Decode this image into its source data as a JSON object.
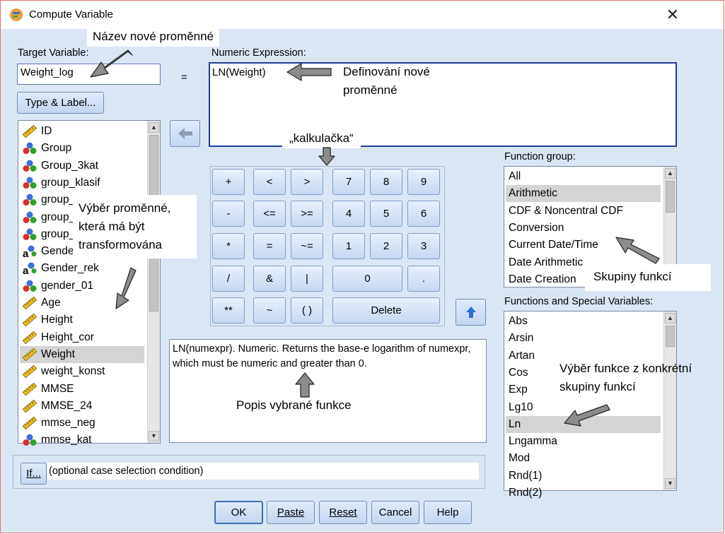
{
  "window": {
    "title": "Compute Variable",
    "close_glyph": "✕"
  },
  "target": {
    "label": "Target Variable:",
    "value": "Weight_log",
    "equals": "="
  },
  "type_label_button": "Type & Label...",
  "expression": {
    "label": "Numeric Expression:",
    "value": "LN(Weight)"
  },
  "variables": [
    {
      "name": "ID",
      "icon": "scale-ruler-icon"
    },
    {
      "name": "Group",
      "icon": "nominal-icon"
    },
    {
      "name": "Group_3kat",
      "icon": "nominal-icon"
    },
    {
      "name": "group_klasif",
      "icon": "nominal-icon"
    },
    {
      "name": "group_",
      "icon": "nominal-icon"
    },
    {
      "name": "group_",
      "icon": "nominal-icon"
    },
    {
      "name": "group_",
      "icon": "nominal-icon"
    },
    {
      "name": "Gender",
      "icon": "string-nominal-icon"
    },
    {
      "name": "Gender_rek",
      "icon": "string-nominal-icon"
    },
    {
      "name": "gender_01",
      "icon": "nominal-icon"
    },
    {
      "name": "Age",
      "icon": "scale-ruler-icon"
    },
    {
      "name": "Height",
      "icon": "scale-ruler-icon"
    },
    {
      "name": "Height_cor",
      "icon": "scale-ruler-icon"
    },
    {
      "name": "Weight",
      "icon": "scale-ruler-icon",
      "selected": true
    },
    {
      "name": "weight_konst",
      "icon": "scale-ruler-icon"
    },
    {
      "name": "MMSE",
      "icon": "scale-ruler-icon"
    },
    {
      "name": "MMSE_24",
      "icon": "scale-ruler-icon"
    },
    {
      "name": "mmse_neg",
      "icon": "scale-ruler-icon"
    },
    {
      "name": "mmse_kat",
      "icon": "nominal-icon"
    }
  ],
  "keypad": {
    "plus": "+",
    "lt": "<",
    "gt": ">",
    "k7": "7",
    "k8": "8",
    "k9": "9",
    "minus": "-",
    "le": "<=",
    "ge": ">=",
    "k4": "4",
    "k5": "5",
    "k6": "6",
    "mul": "*",
    "eq": "=",
    "ne": "~=",
    "k1": "1",
    "k2": "2",
    "k3": "3",
    "div": "/",
    "and": "&",
    "or": "|",
    "k0": "0",
    "dot": ".",
    "pow": "**",
    "not": "~",
    "parens": "( )",
    "delete": "Delete"
  },
  "description": "LN(numexpr). Numeric. Returns the base-e logarithm of numexpr, which must be numeric and greater than 0.",
  "function_group": {
    "label": "Function group:",
    "items": [
      "All",
      "Arithmetic",
      "CDF & Noncentral CDF",
      "Conversion",
      "Current Date/Time",
      "Date Arithmetic",
      "Date Creation"
    ],
    "selected_index": 1
  },
  "functions": {
    "label": "Functions and Special Variables:",
    "items": [
      "Abs",
      "Arsin",
      "Artan",
      "Cos",
      "Exp",
      "Lg10",
      "Ln",
      "Lngamma",
      "Mod",
      "Rnd(1)",
      "Rnd(2)"
    ],
    "selected_index": 6
  },
  "if": {
    "button": "If...",
    "condition": "(optional case selection condition)"
  },
  "buttons": {
    "ok": "OK",
    "paste": "Paste",
    "reset": "Reset",
    "cancel": "Cancel",
    "help": "Help"
  },
  "callouts": {
    "new_var_name": "Název nové proměnné",
    "definition_line1": "Definování nové",
    "definition_line2": "proměnné",
    "calculator": "„kalkulačka“",
    "select_var_line1": "Výběr proměnné,",
    "select_var_line2": "která má být",
    "select_var_line3": "transformována",
    "func_groups": "Skupiny funkcí",
    "select_func_line1": "Výběr funkce z konkrétní",
    "select_func_line2": "skupiny funkcí",
    "func_desc": "Popis vybrané funkce"
  },
  "colors": {
    "dialog_bg": "#dbe6f4",
    "focus_border": "#1f3c9c",
    "selection": "#d4d4d4",
    "callout_arrow": "#8c8c8c"
  }
}
